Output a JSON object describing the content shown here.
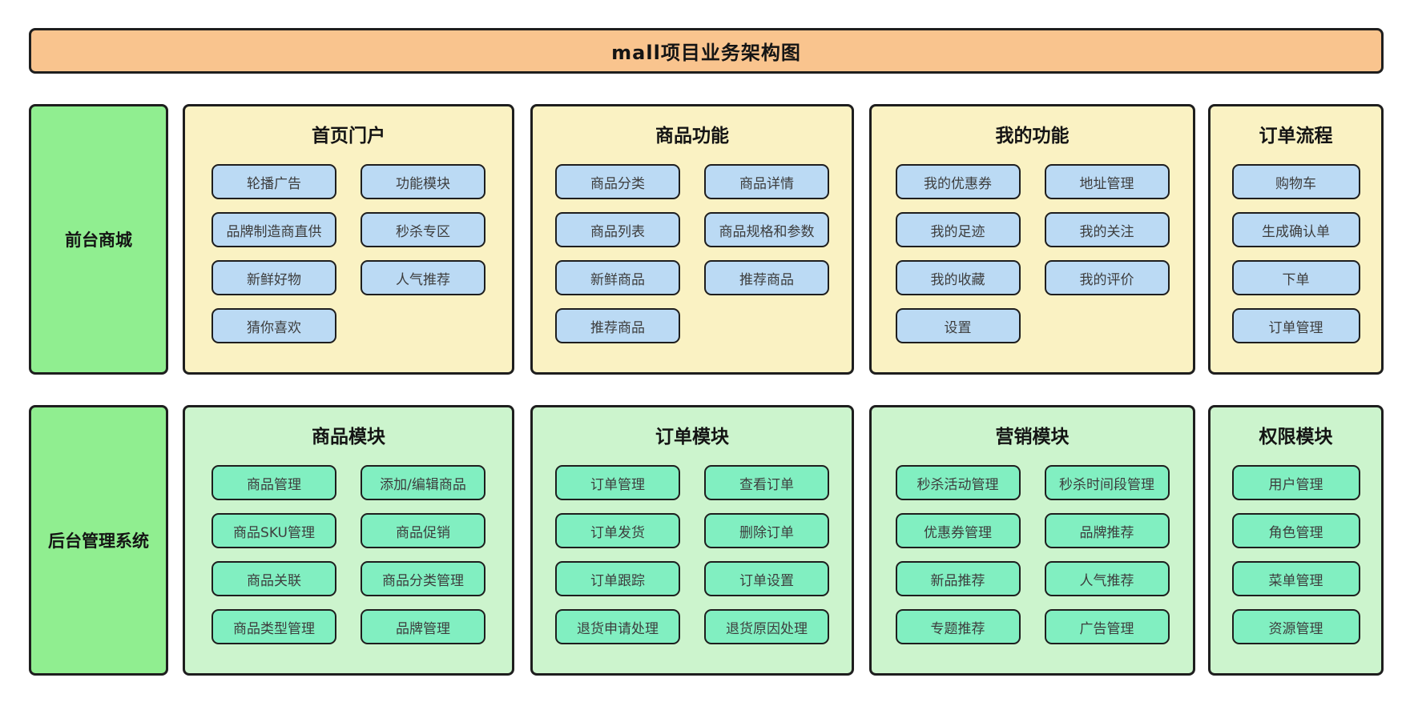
{
  "title": "mall项目业务架构图",
  "colors": {
    "banner-bg": "#F9C48E",
    "label-bg": "#90EE90",
    "panel-yellow": "#FAF2C3",
    "panel-green": "#CCF4CD",
    "button-blue": "#BBDAF4",
    "button-mint": "#81EFC1",
    "border": "#1E1E1E"
  },
  "rows": [
    {
      "label": "前台商城",
      "panels": [
        {
          "title": "首页门户",
          "buttons": [
            "轮播广告",
            "功能模块",
            "品牌制造商直供",
            "秒杀专区",
            "新鲜好物",
            "人气推荐",
            "猜你喜欢"
          ]
        },
        {
          "title": "商品功能",
          "buttons": [
            "商品分类",
            "商品详情",
            "商品列表",
            "商品规格和参数",
            "新鲜商品",
            "推荐商品",
            "推荐商品"
          ]
        },
        {
          "title": "我的功能",
          "buttons": [
            "我的优惠券",
            "地址管理",
            "我的足迹",
            "我的关注",
            "我的收藏",
            "我的评价",
            "设置"
          ]
        },
        {
          "title": "订单流程",
          "buttons": [
            "购物车",
            "生成确认单",
            "下单",
            "订单管理"
          ]
        }
      ]
    },
    {
      "label": "后台管理系统",
      "panels": [
        {
          "title": "商品模块",
          "buttons": [
            "商品管理",
            "添加/编辑商品",
            "商品SKU管理",
            "商品促销",
            "商品关联",
            "商品分类管理",
            "商品类型管理",
            "品牌管理"
          ]
        },
        {
          "title": "订单模块",
          "buttons": [
            "订单管理",
            "查看订单",
            "订单发货",
            "删除订单",
            "订单跟踪",
            "订单设置",
            "退货申请处理",
            "退货原因处理"
          ]
        },
        {
          "title": "营销模块",
          "buttons": [
            "秒杀活动管理",
            "秒杀时间段管理",
            "优惠券管理",
            "品牌推荐",
            "新品推荐",
            "人气推荐",
            "专题推荐",
            "广告管理"
          ]
        },
        {
          "title": "权限模块",
          "buttons": [
            "用户管理",
            "角色管理",
            "菜单管理",
            "资源管理"
          ]
        }
      ]
    }
  ]
}
